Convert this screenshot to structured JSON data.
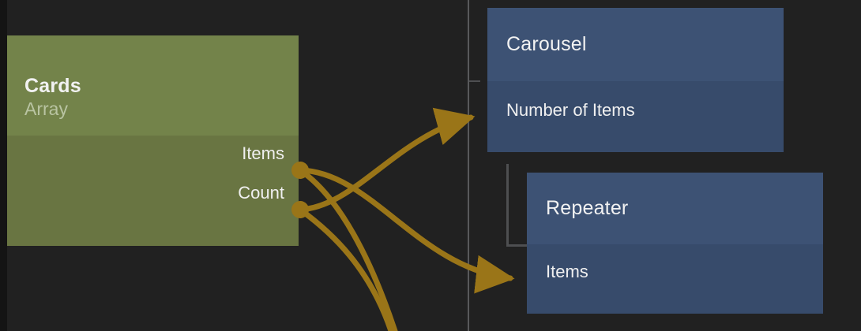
{
  "canvas": {
    "background_color": "#212121",
    "guide_line_color": "#58595b",
    "bracket_color": "#4e4f51"
  },
  "wire": {
    "color": "#9a7518",
    "port_color": "#9a7518",
    "arrow_color": "#9a7518"
  },
  "nodes": {
    "cards": {
      "title": "Cards",
      "subtitle": "Array",
      "header_color": "#73834a",
      "body_color": "#697542",
      "outputs": [
        {
          "label": "Items"
        },
        {
          "label": "Count"
        }
      ]
    },
    "carousel": {
      "title": "Carousel",
      "header_color": "#3d5274",
      "body_color": "#374b6b",
      "inputs": [
        {
          "label": "Number of Items"
        }
      ]
    },
    "repeater": {
      "title": "Repeater",
      "header_color": "#3d5274",
      "body_color": "#374b6b",
      "inputs": [
        {
          "label": "Items"
        }
      ]
    }
  },
  "connections": [
    {
      "from": "cards.Count",
      "to": "carousel.Number of Items"
    },
    {
      "from": "cards.Items",
      "to": "repeater.Items"
    },
    {
      "from": "cards.Items",
      "to": "offscreen-bottom"
    },
    {
      "from": "cards.Count",
      "to": "offscreen-bottom"
    }
  ]
}
